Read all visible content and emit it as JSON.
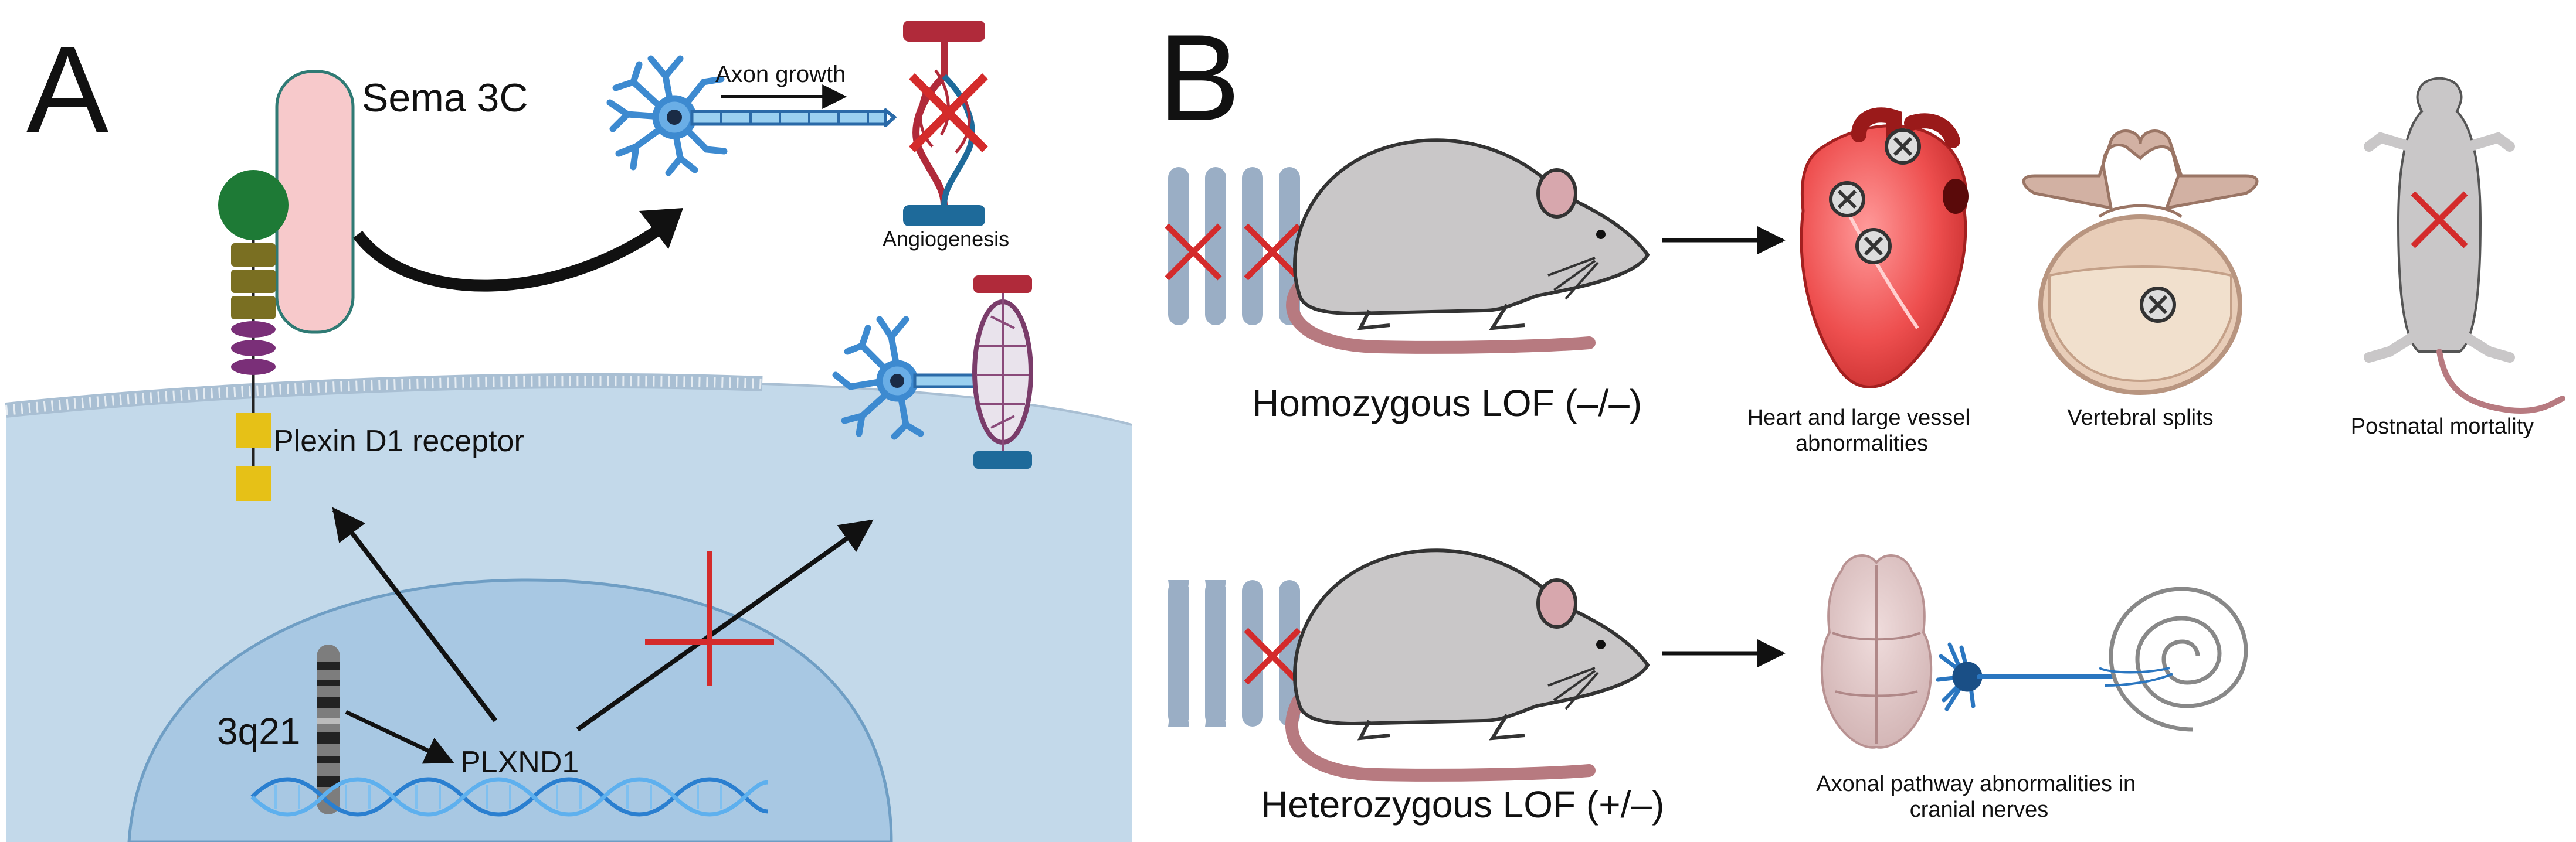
{
  "panel_a": {
    "letter": "A",
    "ligand_label": "Sema 3C",
    "axon_growth_label": "Axon growth",
    "angiogenesis_label": "Angiogenesis",
    "receptor_label": "Plexin D1 receptor",
    "locus_label": "3q21",
    "gene_label": "PLXND1"
  },
  "panel_b": {
    "letter": "B",
    "homozygous": {
      "label": "Homozygous LOF (–/–)",
      "outcomes": [
        "Heart and large vessel abnormalities",
        "Vertebral splits",
        "Postnatal mortality"
      ]
    },
    "heterozygous": {
      "label": "Heterozygous LOF (+/–)",
      "outcomes": [
        "Axonal pathway abnormalities in cranial nerves"
      ]
    }
  },
  "colors": {
    "cell_fill": "#c3d9ea",
    "nucleus_fill": "#a8c8e3",
    "membrane": "#a9bfd3",
    "ligand_pink": "#f7c9cb",
    "receptor_green": "#1e7a36",
    "receptor_olive": "#7a6f22",
    "receptor_purple": "#7a2f78",
    "receptor_yellow": "#e6c117",
    "neuron_blue": "#3d8ad0",
    "vessel_red": "#b02a3a",
    "vessel_blue": "#1e6a9a",
    "red_cross": "#d42b2b",
    "mouse_gray": "#c9c7c8",
    "chromosome": "#9aaec5"
  },
  "icons": [
    "red-x-icon",
    "disrupted-circle-icon",
    "arrow-icon",
    "mouse-icon",
    "heart-icon",
    "vertebra-icon",
    "brain-icon",
    "neuron-icon",
    "cochlea-icon",
    "dna-icon",
    "chromosome-icon"
  ]
}
